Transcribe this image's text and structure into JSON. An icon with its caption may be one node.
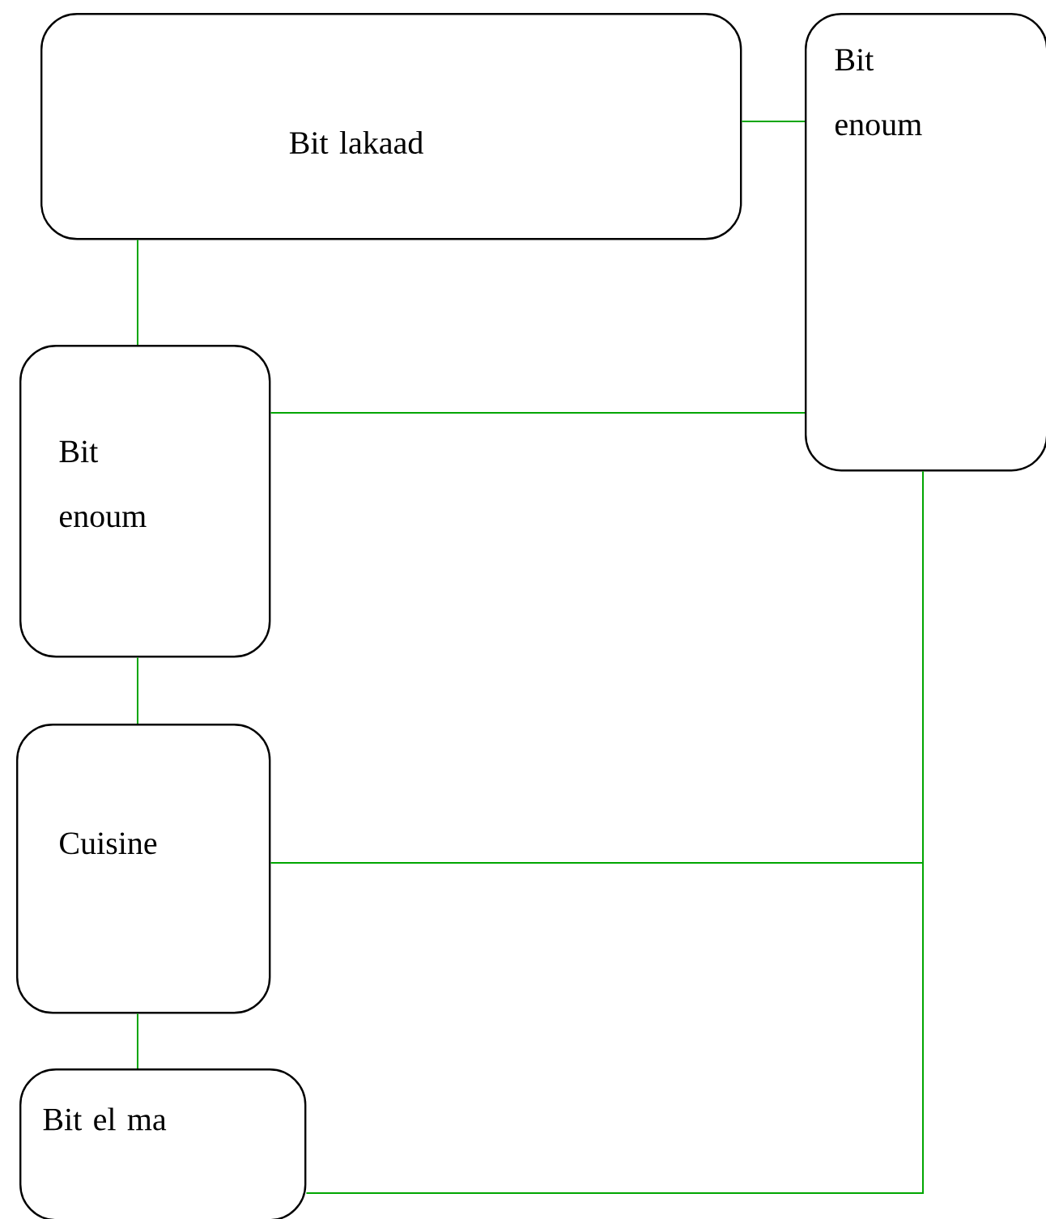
{
  "diagram": {
    "nodes": [
      {
        "text": [
          "Bit lakaad"
        ]
      },
      {
        "text": [
          "Bit enoum"
        ]
      },
      {
        "text": [
          "Bit enoum"
        ]
      },
      {
        "text": [
          "Cuisine"
        ]
      },
      {
        "text": [
          "Bit el ma"
        ]
      }
    ],
    "edges": [
      {
        "from": 0,
        "to": 1,
        "arrow": "none"
      },
      {
        "from": 0,
        "to": 2,
        "arrow": "none"
      },
      {
        "from": 2,
        "to": 1,
        "arrow": "none"
      },
      {
        "from": 2,
        "to": 3,
        "arrow": "none"
      },
      {
        "from": 3,
        "to": 4,
        "arrow": "none"
      },
      {
        "from": 1,
        "to": 3,
        "arrow": "none"
      },
      {
        "from": 1,
        "to": 4,
        "arrow": "none"
      }
    ]
  }
}
